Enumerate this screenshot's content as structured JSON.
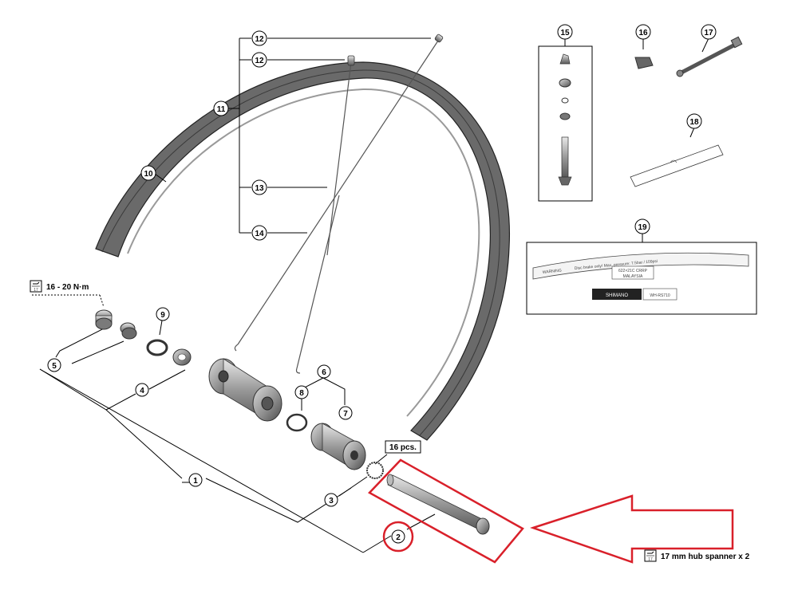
{
  "callouts": {
    "c1": "1",
    "c2": "2",
    "c3": "3",
    "c4": "4",
    "c5": "5",
    "c6": "6",
    "c7": "7",
    "c8": "8",
    "c9": "9",
    "c10": "10",
    "c11": "11",
    "c12a": "12",
    "c12b": "12",
    "c13": "13",
    "c14": "14",
    "c15": "15",
    "c16": "16",
    "c17": "17",
    "c18": "18",
    "c19": "19"
  },
  "labels": {
    "torque": "16 - 20 N·m",
    "torque_tool_size": "17",
    "spoke_count": "16 pcs.",
    "spanner": "17 mm hub spanner x 2",
    "spanner_tool_size": "17"
  },
  "decal": {
    "warning_word": "WARNING",
    "warning_text": "Disc brake only!  Max. pressure: 7.5bar / 109psi",
    "spec_line1": "622×21C  CRRP",
    "spec_line2": "MALAYSIA",
    "brand": "SHIMANO",
    "model": "WH-RS710"
  },
  "colors": {
    "highlight": "#d9202a",
    "line": "#000000",
    "rim_fill": "#5e5e5e",
    "part_fill": "#8a8a8a"
  },
  "icons": [
    "torque-wrench-icon",
    "hub-spanner-icon"
  ]
}
